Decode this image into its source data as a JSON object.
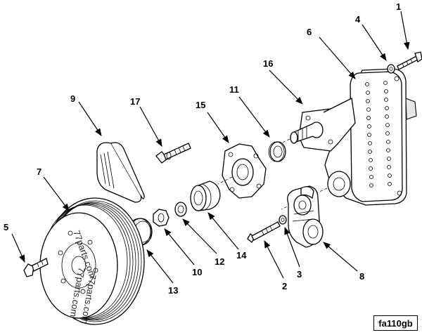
{
  "diagram_code": "fa110gb",
  "watermark": "77parts.com",
  "callouts": [
    "1",
    "2",
    "3",
    "4",
    "5",
    "6",
    "7",
    "8",
    "9",
    "10",
    "11",
    "12",
    "13",
    "14",
    "15",
    "16",
    "17"
  ]
}
